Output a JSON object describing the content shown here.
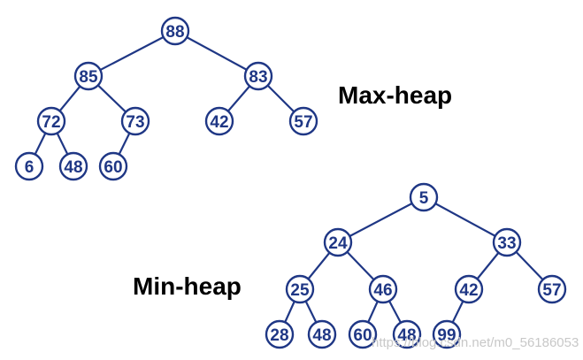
{
  "max_heap": {
    "title": "Max-heap",
    "nodes": [
      "88",
      "85",
      "83",
      "72",
      "73",
      "42",
      "57",
      "6",
      "48",
      "60"
    ]
  },
  "min_heap": {
    "title": "Min-heap",
    "nodes": [
      "5",
      "24",
      "33",
      "25",
      "46",
      "42",
      "57",
      "28",
      "48",
      "60",
      "48",
      "99"
    ]
  },
  "watermark": "https://blog.csdn.net/m0_56186053",
  "colors": {
    "node": "#1f3785",
    "title": "#000000"
  }
}
